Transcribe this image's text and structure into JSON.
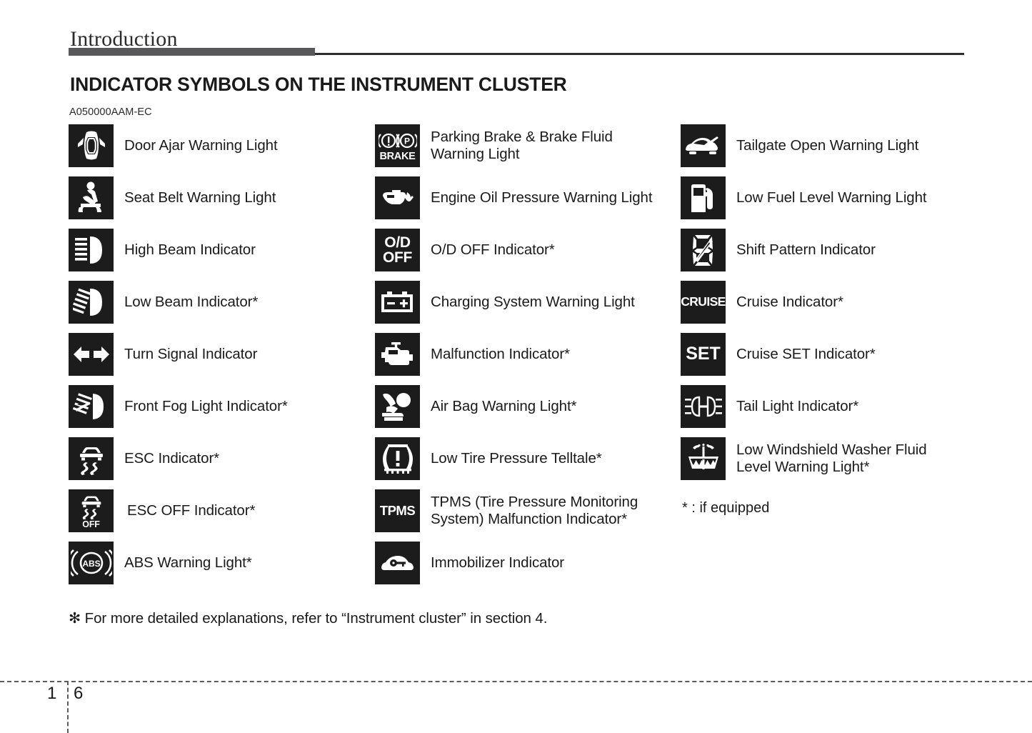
{
  "header": {
    "chapter_title": "Introduction",
    "rule_accent_color": "#58585a"
  },
  "section": {
    "title": "INDICATOR SYMBOLS ON THE INSTRUMENT CLUSTER",
    "doc_code": "A050000AAM-EC"
  },
  "columns": [
    {
      "items": [
        {
          "icon": "door-ajar-icon",
          "label": "Door Ajar Warning Light"
        },
        {
          "icon": "seat-belt-icon",
          "label": "Seat Belt Warning Light"
        },
        {
          "icon": "high-beam-icon",
          "label": "High Beam Indicator"
        },
        {
          "icon": "low-beam-icon",
          "label": "Low Beam Indicator*"
        },
        {
          "icon": "turn-signal-icon",
          "label": "Turn Signal Indicator"
        },
        {
          "icon": "front-fog-light-icon",
          "label": "Front Fog Light Indicator*"
        },
        {
          "icon": "esc-icon",
          "label": "ESC Indicator*"
        },
        {
          "icon": "esc-off-icon",
          "label": "ESC OFF Indicator*",
          "icon_text": "OFF"
        },
        {
          "icon": "abs-icon",
          "label": "ABS Warning Light*",
          "icon_text": "ABS"
        }
      ]
    },
    {
      "items": [
        {
          "icon": "parking-brake-icon",
          "label": "Parking Brake & Brake Fluid\nWarning Light",
          "icon_text": "BRAKE"
        },
        {
          "icon": "engine-oil-icon",
          "label": "Engine Oil Pressure Warning Light"
        },
        {
          "icon": "od-off-icon",
          "label": "O/D OFF Indicator*",
          "icon_text": "O/D OFF"
        },
        {
          "icon": "charging-system-icon",
          "label": "Charging System Warning Light"
        },
        {
          "icon": "malfunction-icon",
          "label": "Malfunction Indicator*"
        },
        {
          "icon": "air-bag-icon",
          "label": "Air Bag Warning Light*"
        },
        {
          "icon": "low-tire-pressure-icon",
          "label": "Low Tire Pressure Telltale*"
        },
        {
          "icon": "tpms-icon",
          "label": "TPMS (Tire Pressure Monitoring\nSystem) Malfunction Indicator*",
          "icon_text": "TPMS"
        },
        {
          "icon": "immobilizer-icon",
          "label": "Immobilizer Indicator"
        }
      ]
    },
    {
      "items": [
        {
          "icon": "tailgate-open-icon",
          "label": "Tailgate Open Warning Light"
        },
        {
          "icon": "low-fuel-icon",
          "label": "Low Fuel Level Warning Light"
        },
        {
          "icon": "shift-pattern-icon",
          "label": "Shift Pattern Indicator"
        },
        {
          "icon": "cruise-icon",
          "label": "Cruise Indicator*",
          "icon_text": "CRUISE"
        },
        {
          "icon": "cruise-set-icon",
          "label": "Cruise SET Indicator*",
          "icon_text": "SET"
        },
        {
          "icon": "tail-light-icon",
          "label": "Tail Light Indicator*"
        },
        {
          "icon": "washer-fluid-icon",
          "label": "Low Windshield Washer Fluid\nLevel Warning Light*"
        }
      ]
    }
  ],
  "legend": {
    "if_equipped": "* : if equipped"
  },
  "note": {
    "text": "✻ For more detailed explanations, refer to “Instrument cluster” in section 4."
  },
  "footer": {
    "chapter_number": "1",
    "page_number": "6"
  }
}
